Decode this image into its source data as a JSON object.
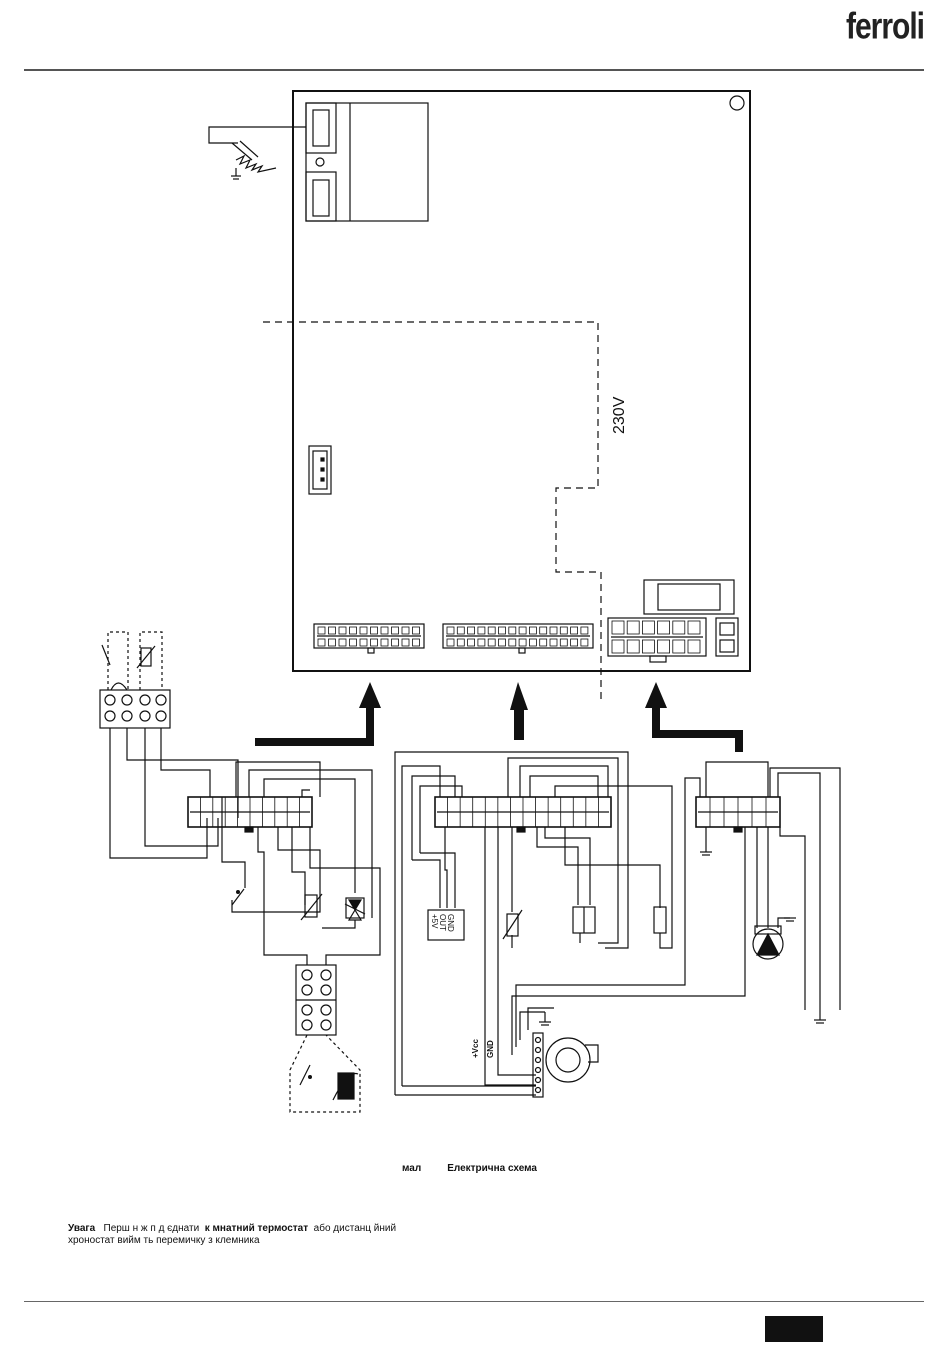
{
  "brand": {
    "logo_text": "ferroli"
  },
  "diagram": {
    "voltage_label": "230V",
    "sensor_labels": [
      "GND",
      "OUT",
      "+5V"
    ],
    "fan_labels": [
      "+Vcc",
      "GND"
    ]
  },
  "caption": {
    "prefix": "мал",
    "title": "Електрична схема"
  },
  "note": {
    "label": "Увага",
    "t1": "Перш  н ж  п д єднати",
    "b1": "к мнатний  термостат",
    "t2": "або  дистанц йний",
    "t3": "хроностат  вийм ть перемичку з клемника"
  },
  "colors": {
    "line": "#111111",
    "rule": "#555555"
  }
}
